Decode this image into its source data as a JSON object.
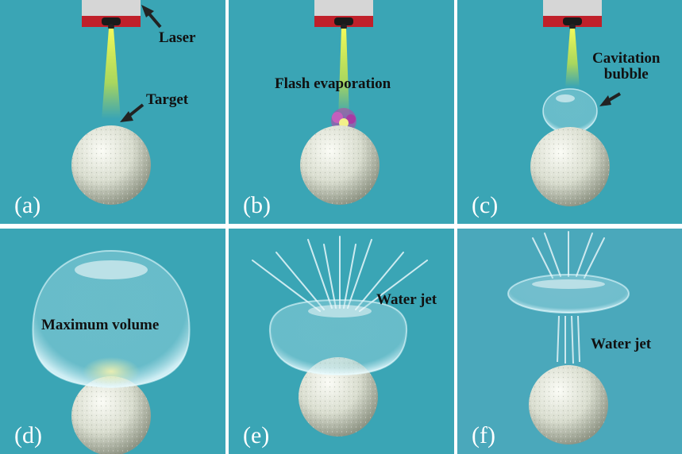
{
  "colors": {
    "water": "#3aa5b5",
    "water_f": "#4aa8bb",
    "laser_head": "#d8d8d8",
    "laser_red": "#c0202a",
    "beam": "#e8f23a",
    "sphere": "#dfe3d6",
    "label_text": "#ffffff",
    "annotation_text": "#111111"
  },
  "panels": [
    {
      "id": "a",
      "label": "(a)",
      "annotations": [
        "Laser",
        "Target"
      ]
    },
    {
      "id": "b",
      "label": "(b)",
      "annotations": [
        "Flash evaporation"
      ]
    },
    {
      "id": "c",
      "label": "(c)",
      "annotations": [
        "Cavitation",
        "bubble"
      ]
    },
    {
      "id": "d",
      "label": "(d)",
      "annotations": [
        "Maximum volume"
      ]
    },
    {
      "id": "e",
      "label": "(e)",
      "annotations": [
        "Water jet"
      ]
    },
    {
      "id": "f",
      "label": "(f)",
      "annotations": [
        "Water jet"
      ]
    }
  ]
}
